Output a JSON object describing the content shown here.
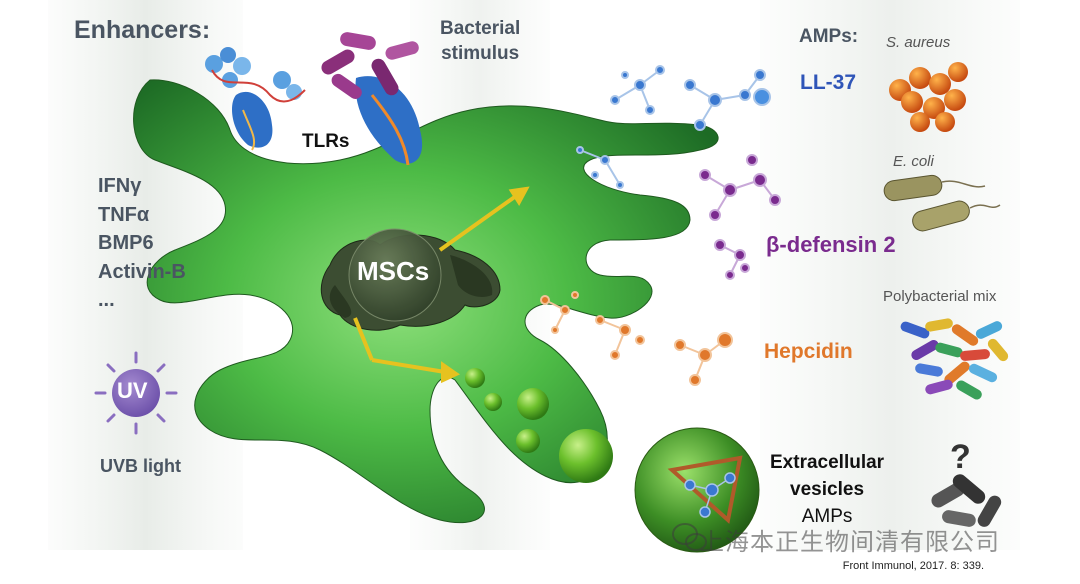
{
  "enhancers": {
    "title": "Enhancers:",
    "items": [
      "IFNγ",
      "TNFα",
      "BMP6",
      "Activin-B",
      "..."
    ],
    "uv_icon_text": "UV",
    "uv_label": "UVB light"
  },
  "center": {
    "cell_label": "MSCs",
    "receptor_label": "TLRs",
    "stimulus_label_line1": "Bacterial",
    "stimulus_label_line2": "stimulus"
  },
  "amps": {
    "title": "AMPs:",
    "ll37": "LL-37",
    "beta_defensin": "β-defensin 2",
    "hepcidin": "Hepcidin"
  },
  "targets": {
    "s_aureus": "S. aureus",
    "e_coli": "E. coli",
    "polybacterial": "Polybacterial mix"
  },
  "vesicles": {
    "line1": "Extracellular",
    "line2": "vesicles",
    "line3": "AMPs"
  },
  "watermark": "上海本正生物间清有限公司",
  "citation": "Front Immunol, 2017. 8: 339.",
  "colors": {
    "cell_green": "#2f9a36",
    "cell_center": "#7fd46e",
    "ll37_blue": "#2f55b8",
    "defensin_purple": "#7a2b8e",
    "hepcidin_orange": "#e0782b",
    "vesicle_green": "#66b52a",
    "arrow_yellow": "#e6c21f",
    "text_gray": "#4a5562"
  },
  "icons": [
    "uv-sun-icon",
    "question-mark-icon",
    "wechat-logo-icon"
  ]
}
